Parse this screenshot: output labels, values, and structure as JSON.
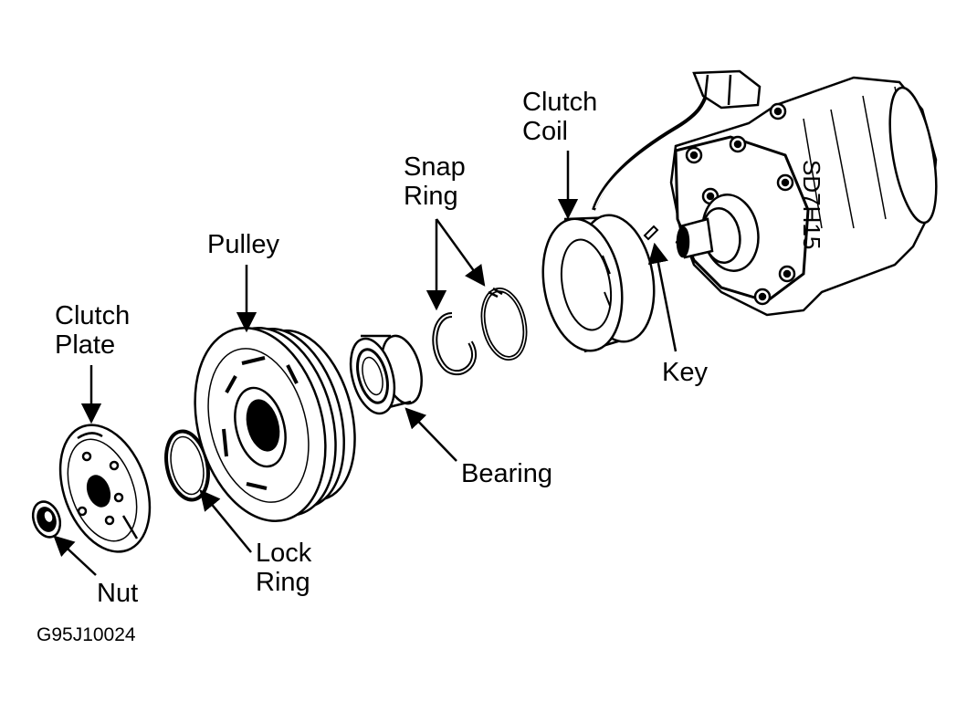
{
  "labels": {
    "clutch_plate": [
      "Clutch",
      "Plate"
    ],
    "nut": "Nut",
    "lock_ring": [
      "Lock",
      "Ring"
    ],
    "pulley": "Pulley",
    "bearing": "Bearing",
    "snap_ring": [
      "Snap",
      "Ring"
    ],
    "clutch_coil": [
      "Clutch",
      "Coil"
    ],
    "key": "Key",
    "compressor_marking": "SD7H15"
  },
  "figure_code": "G95J10024",
  "colors": {
    "ink": "#000000",
    "paper": "#ffffff"
  }
}
